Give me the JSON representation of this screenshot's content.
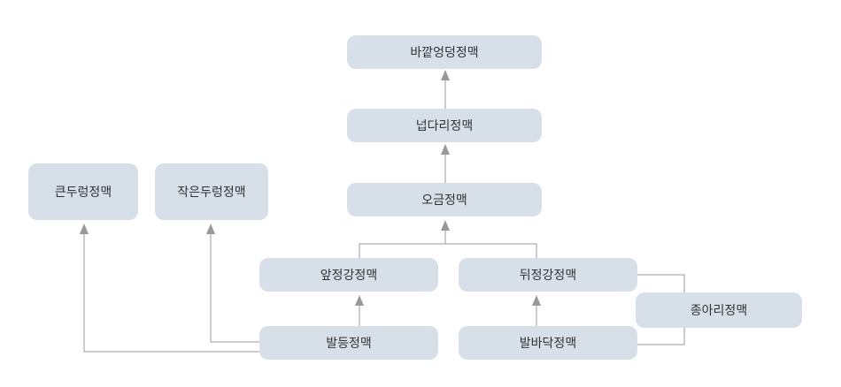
{
  "diagram": {
    "nodes": {
      "bakkat": "바깥엉덩정맥",
      "neopdari": "넙다리정맥",
      "ogeum": "오금정맥",
      "keun": "큰두렁정맥",
      "jageun": "작은두렁정맥",
      "ap": "앞정강정맥",
      "dwi": "뒤정강정맥",
      "balgdeung": "발등정맥",
      "balbadak": "발바닥정맥",
      "jong": "종아리정맥"
    },
    "edges": [
      {
        "from": "neopdari",
        "to": "bakkat"
      },
      {
        "from": "ogeum",
        "to": "neopdari"
      },
      {
        "from": "ap",
        "to": "ogeum"
      },
      {
        "from": "dwi",
        "to": "ogeum"
      },
      {
        "from": "balgdeung",
        "to": "ap"
      },
      {
        "from": "balbadak",
        "to": "dwi"
      },
      {
        "from": "balgdeung",
        "to": "keun"
      },
      {
        "from": "balgdeung",
        "to": "jageun"
      },
      {
        "from": "balbadak",
        "to": "jong"
      },
      {
        "from": "dwi",
        "to": "jong"
      }
    ],
    "colors": {
      "node_fill": "#d7dfe9",
      "line": "#999999",
      "text": "#333333"
    }
  }
}
